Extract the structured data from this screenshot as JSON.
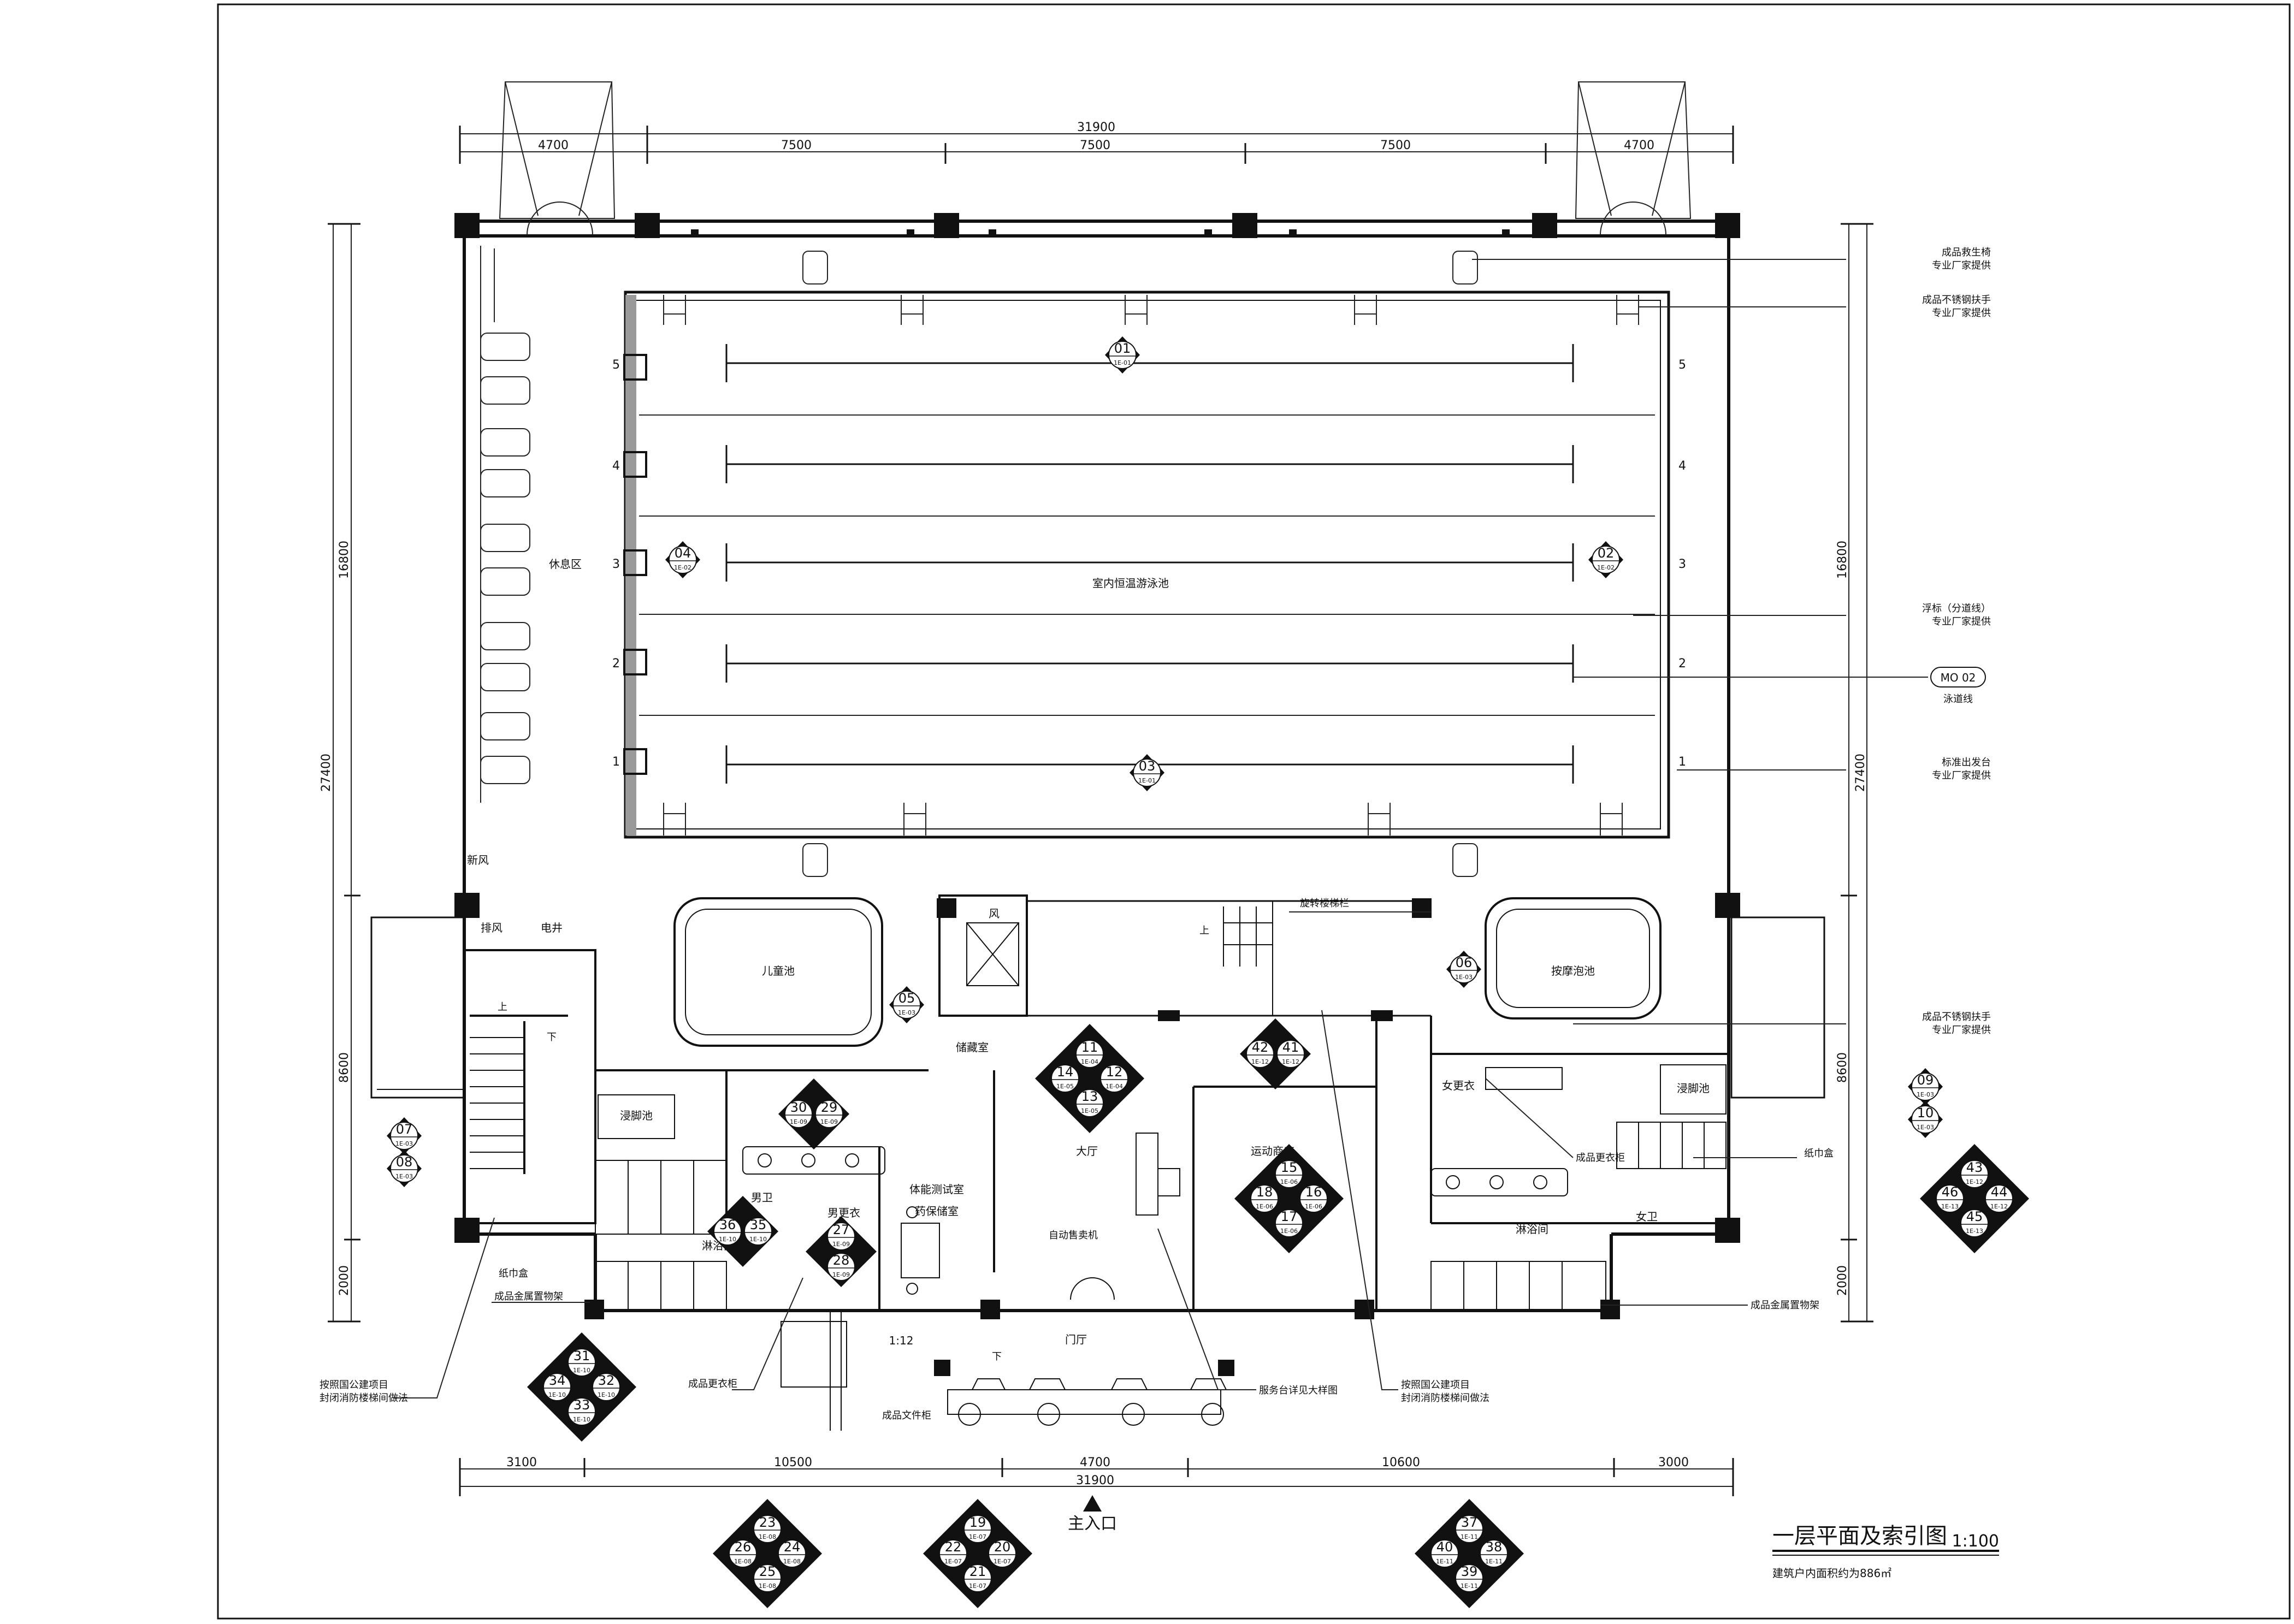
{
  "title": {
    "name": "一层平面及索引图",
    "scale": "1:100",
    "area_note": "建筑户内面积约为886㎡"
  },
  "entrance": "主入口",
  "dimensions": {
    "top_total": "31900",
    "top_segments": [
      "4700",
      "7500",
      "7500",
      "7500",
      "4700"
    ],
    "bottom_total": "31900",
    "bottom_segments": [
      "3100",
      "10500",
      "4700",
      "10600",
      "3000"
    ],
    "left_total": "27400",
    "left_segments": [
      "16800",
      "8600",
      "2000"
    ],
    "right_total": "27400",
    "right_segments": [
      "16800",
      "8600",
      "2000"
    ]
  },
  "rooms": {
    "pool": "室内恒温游泳池",
    "rest_area": "休息区",
    "kids_pool": "儿童池",
    "spa_pool": "按摩泡池",
    "lobby": "大厅",
    "foyer": "门厅",
    "shop": "运动商店",
    "fitness": "体能测试室",
    "storage_room": "储藏室",
    "men_wc": "男卫",
    "men_change": "男更衣",
    "men_shower": "淋浴间",
    "men_foot": "浸脚池",
    "women_wc": "女卫",
    "women_change": "女更衣",
    "women_shower": "淋浴间",
    "women_foot": "浸脚池",
    "fresh_air": "新风",
    "exhaust": "排风",
    "elec_shaft": "电井",
    "wind": "风",
    "vending": "自动售卖机",
    "tissue_left": "纸巾盒",
    "tissue_right": "纸巾盒",
    "med_store": "药保储室",
    "up_left": "上",
    "down_left": "下",
    "up_stair": "上",
    "down_entry": "下"
  },
  "lanes": [
    "5",
    "4",
    "3",
    "2",
    "1"
  ],
  "annotations": {
    "lifeguard": [
      "成品救生椅",
      "专业厂家提供"
    ],
    "handrail_top": [
      "成品不锈钢扶手",
      "专业厂家提供"
    ],
    "float_line": [
      "浮标（分道线）",
      "专业厂家提供"
    ],
    "lane_line": "泳道线",
    "lane_tag": "MO 02",
    "start_block": [
      "标准出发台",
      "专业厂家提供"
    ],
    "handrail_mid": [
      "成品不锈钢扶手",
      "专业厂家提供"
    ],
    "tissue_right": "纸巾盒",
    "locker_right": "成品更衣柜",
    "shelf_right": "成品金属置物架",
    "stair_note": "旋转楼梯栏",
    "fire_left": [
      "按照国公建项目",
      "封闭消防楼梯间做法"
    ],
    "shelf_left": "成品金属置物架",
    "locker_left": "成品更衣柜",
    "file_cab": "成品文件柜",
    "service": "服务台详见大样图",
    "fire_right": [
      "按照国公建项目",
      "封闭消防楼梯间做法"
    ],
    "shrink": "1:12"
  },
  "markers": [
    {
      "num": "01",
      "ref": "1E-01"
    },
    {
      "num": "02",
      "ref": "1E-02"
    },
    {
      "num": "03",
      "ref": "1E-01"
    },
    {
      "num": "04",
      "ref": "1E-02"
    },
    {
      "num": "05",
      "ref": "1E-03"
    },
    {
      "num": "06",
      "ref": "1E-03"
    },
    {
      "num": "07",
      "ref": "1E-03"
    },
    {
      "num": "08",
      "ref": "1E-03"
    },
    {
      "num": "09",
      "ref": "1E-03"
    },
    {
      "num": "10",
      "ref": "1E-03"
    }
  ],
  "clusters": [
    {
      "nums": [
        "11",
        "12",
        "13",
        "14"
      ],
      "refs": [
        "1E-04",
        "1E-04",
        "1E-05",
        "1E-05"
      ]
    },
    {
      "nums": [
        "15",
        "16",
        "17",
        "18"
      ],
      "refs": [
        "1E-06",
        "1E-06",
        "1E-06",
        "1E-06"
      ]
    },
    {
      "nums": [
        "19",
        "20",
        "21",
        "22"
      ],
      "refs": [
        "1E-07",
        "1E-07",
        "1E-07",
        "1E-07"
      ]
    },
    {
      "nums": [
        "23",
        "24",
        "25",
        "26"
      ],
      "refs": [
        "1E-08",
        "1E-08",
        "1E-08",
        "1E-08"
      ]
    },
    {
      "nums": [
        "31",
        "32",
        "33",
        "34"
      ],
      "refs": [
        "1E-10",
        "1E-10",
        "1E-10",
        "1E-10"
      ]
    },
    {
      "nums": [
        "37",
        "38",
        "39",
        "40"
      ],
      "refs": [
        "1E-11",
        "1E-11",
        "1E-11",
        "1E-11"
      ]
    },
    {
      "nums": [
        "43",
        "44",
        "45",
        "46"
      ],
      "refs": [
        "1E-12",
        "1E-12",
        "1E-13",
        "1E-13"
      ]
    }
  ],
  "pairs": [
    {
      "nums": [
        "27",
        "28"
      ],
      "refs": [
        "1E-09",
        "1E-09"
      ]
    },
    {
      "nums": [
        "29",
        "30"
      ],
      "refs": [
        "1E-09",
        "1E-09"
      ]
    },
    {
      "nums": [
        "35",
        "36"
      ],
      "refs": [
        "1E-10",
        "1E-10"
      ]
    },
    {
      "nums": [
        "41",
        "42"
      ],
      "refs": [
        "1E-12",
        "1E-12"
      ]
    }
  ]
}
